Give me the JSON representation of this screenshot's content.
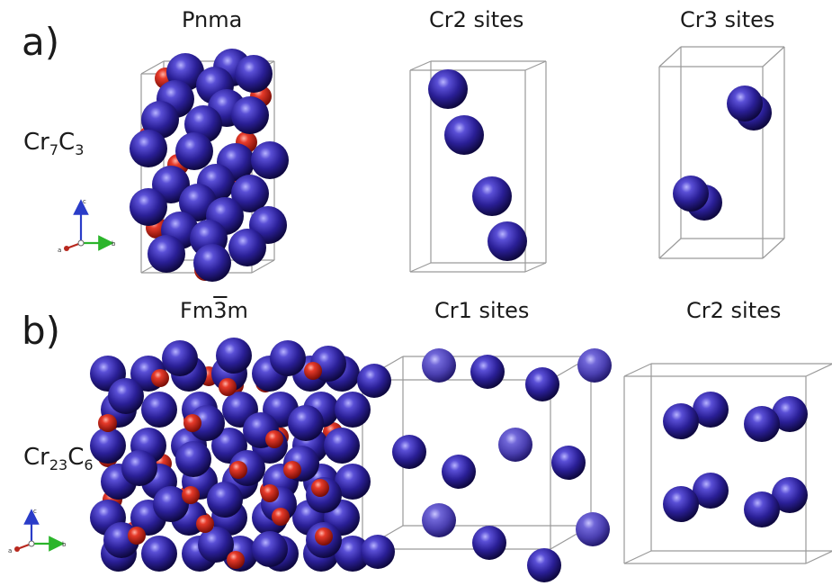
{
  "panels": {
    "a": "a)",
    "b": "b)"
  },
  "row_a": {
    "formula": {
      "base1": "Cr",
      "sub1": "7",
      "base2": "C",
      "sub2": "3"
    },
    "titles": {
      "structure": "Pnma",
      "site1": "Cr2 sites",
      "site2": "Cr3 sites"
    }
  },
  "row_b": {
    "formula": {
      "base1": "Cr",
      "sub1": "23",
      "base2": "C",
      "sub2": "6"
    },
    "titles": {
      "structure": "Fm3m",
      "site1": "Cr1 sites",
      "site2": "Cr2 sites"
    }
  },
  "axes": {
    "c": "c",
    "b": "b",
    "a": "a"
  },
  "colors": {
    "cr_atom": "#2a1f96",
    "c_atom": "#d9241a",
    "cell_edge": "#9a9a9a",
    "axis_c": "#2a3cc8",
    "axis_b": "#2bb52b",
    "axis_a": "#b8281e"
  }
}
